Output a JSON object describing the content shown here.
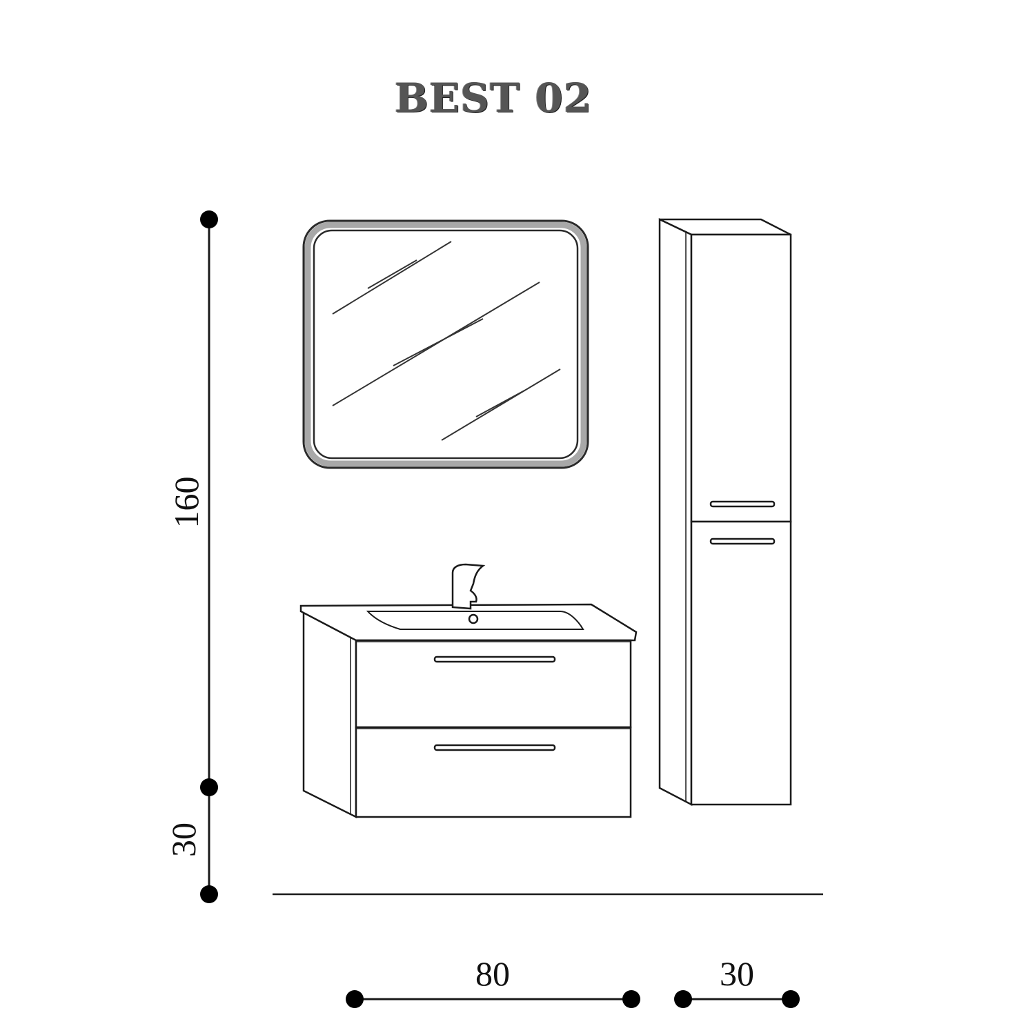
{
  "title": "BEST 02",
  "dimensions": {
    "total_height": "160",
    "floor_clearance": "30",
    "vanity_width": "80",
    "column_width": "30"
  },
  "colors": {
    "line": "#1a1a1a",
    "mirror_frame": "#9a9a9a",
    "title": "#555555"
  }
}
